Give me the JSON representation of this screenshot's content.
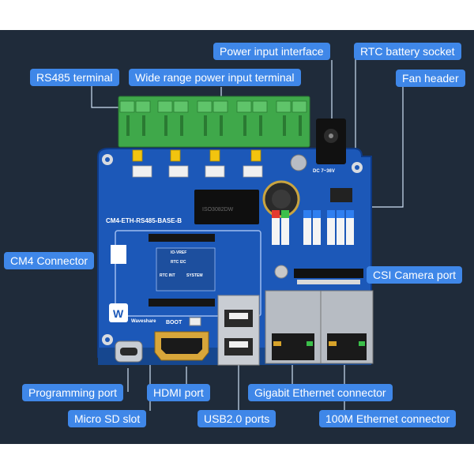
{
  "board": {
    "model_text": "CM4-ETH-RS485-BASE-B",
    "brand_text": "Waveshare",
    "boot_text": "BOOT",
    "dc_text": "DC 7~36V",
    "chip_text": "ISO3082DW",
    "table_title": "IO-VREF",
    "table_rtc": "RTC I2C",
    "table_system": "SYSTEM",
    "table_rtc_int": "RTC INT"
  },
  "callouts": [
    {
      "id": "rs485-terminal",
      "text": "RS485 terminal"
    },
    {
      "id": "wide-range-power-input-terminal",
      "text": "Wide range power input terminal"
    },
    {
      "id": "power-input-interface",
      "text": "Power input interface"
    },
    {
      "id": "rtc-battery-socket",
      "text": "RTC battery socket"
    },
    {
      "id": "fan-header",
      "text": "Fan header"
    },
    {
      "id": "cm4-connector",
      "text": "CM4 Connector"
    },
    {
      "id": "csi-camera-port",
      "text": "CSI Camera port"
    },
    {
      "id": "programming-port",
      "text": "Programming port"
    },
    {
      "id": "hdmi-port",
      "text": "HDMI port"
    },
    {
      "id": "gigabit-ethernet-connector",
      "text": "Gigabit Ethernet connector"
    },
    {
      "id": "micro-sd-slot",
      "text": "Micro SD slot"
    },
    {
      "id": "usb2-ports",
      "text": "USB2.0 ports"
    },
    {
      "id": "100m-ethernet-connector",
      "text": "100M Ethernet connector"
    }
  ]
}
